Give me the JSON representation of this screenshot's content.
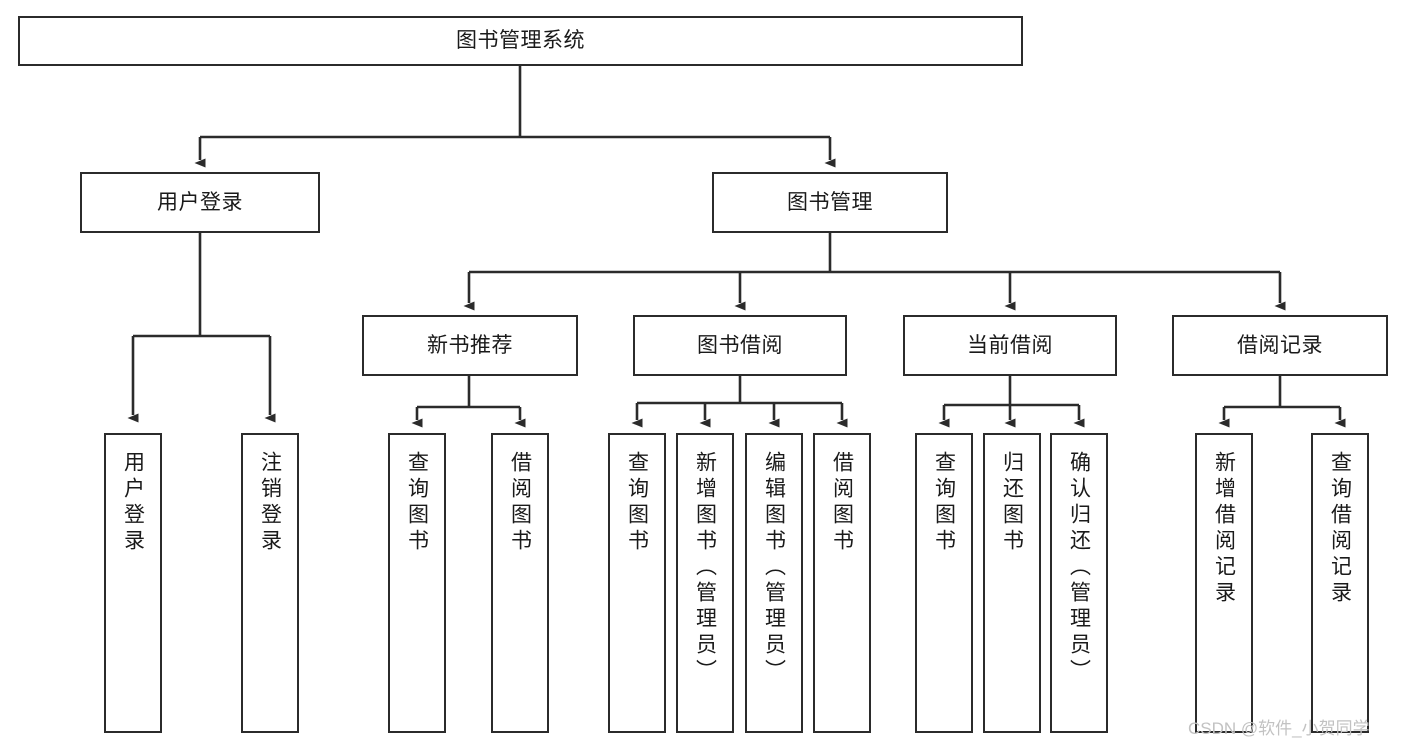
{
  "diagram": {
    "title": "图书管理系统",
    "type": "hierarchy-tree",
    "colors": {
      "background": "#ffffff",
      "node_border": "#2b2b2b",
      "node_fill": "#ffffff",
      "edge": "#2b2b2b",
      "text": "#1a1a1a",
      "watermark": "#c2c2c2"
    },
    "root": {
      "label": "图书管理系统",
      "orientation": "horizontal"
    },
    "level2": [
      {
        "label": "用户登录",
        "orientation": "horizontal"
      },
      {
        "label": "图书管理",
        "orientation": "horizontal"
      }
    ],
    "level3": [
      {
        "label": "新书推荐",
        "orientation": "horizontal"
      },
      {
        "label": "图书借阅",
        "orientation": "horizontal"
      },
      {
        "label": "当前借阅",
        "orientation": "horizontal"
      },
      {
        "label": "借阅记录",
        "orientation": "horizontal"
      }
    ],
    "leaves": {
      "user_login": [
        {
          "label": "用户登录",
          "orientation": "vertical"
        },
        {
          "label": "注销登录",
          "orientation": "vertical"
        }
      ],
      "new_book_recommend": [
        {
          "label": "查询图书",
          "orientation": "vertical"
        },
        {
          "label": "借阅图书",
          "orientation": "vertical"
        }
      ],
      "book_borrow": [
        {
          "label": "查询图书",
          "orientation": "vertical"
        },
        {
          "label": "新增图书（管理员）",
          "orientation": "vertical"
        },
        {
          "label": "编辑图书（管理员）",
          "orientation": "vertical"
        },
        {
          "label": "借阅图书",
          "orientation": "vertical"
        }
      ],
      "current_borrow": [
        {
          "label": "查询图书",
          "orientation": "vertical"
        },
        {
          "label": "归还图书",
          "orientation": "vertical"
        },
        {
          "label": "确认归还（管理员）",
          "orientation": "vertical"
        }
      ],
      "borrow_record": [
        {
          "label": "新增借阅记录",
          "orientation": "vertical"
        },
        {
          "label": "查询借阅记录",
          "orientation": "vertical"
        }
      ]
    }
  },
  "watermark": {
    "text": "CSDN @软件_小贺同学"
  }
}
